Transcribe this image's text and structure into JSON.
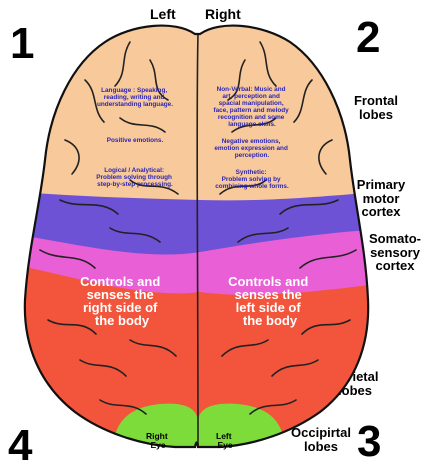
{
  "corners": [
    "1",
    "2",
    "3",
    "4"
  ],
  "hemisphere_labels": {
    "left": "Left",
    "right": "Right"
  },
  "side_labels": {
    "frontal": "Frontal lobes",
    "primary_motor": "Primary motor cortex",
    "somatosensory": "Somato-sensory cortex",
    "parietal": "Parietal lobes",
    "occipital": "Occipirtal lobes"
  },
  "left_hemisphere": {
    "language": [
      "Language : Speaking,",
      "reading, writing and",
      "understanding language."
    ],
    "positive": [
      "Positive emotions."
    ],
    "logical": [
      "Logical / Analytical:",
      "Problem solving through",
      "step-by-step processing."
    ],
    "controls": [
      "Controls and",
      "senses the",
      "right side of",
      "the body"
    ],
    "eye": [
      "Right",
      "Eye"
    ]
  },
  "right_hemisphere": {
    "nonverbal": [
      "Non-Verbal: Music and",
      "art, perception and",
      "spacial manipulation,",
      "face, pattern and melody",
      "recognition and some",
      "language skills."
    ],
    "negative": [
      "Negative emotions,",
      "emotion expression and",
      "perception."
    ],
    "synthetic": [
      "Synthetic:",
      "Problem solving by",
      "combining whole forms."
    ],
    "controls": [
      "Controls and",
      "senses the",
      "left side of",
      "the body"
    ],
    "eye": [
      "Left",
      "Eye"
    ]
  },
  "colors": {
    "frontal": "#f8c99a",
    "motor": "#6e52d6",
    "sensory": "#e85fd6",
    "parietal": "#f2553b",
    "occipital": "#7ddc3a",
    "region_text": "#2a25b5"
  }
}
